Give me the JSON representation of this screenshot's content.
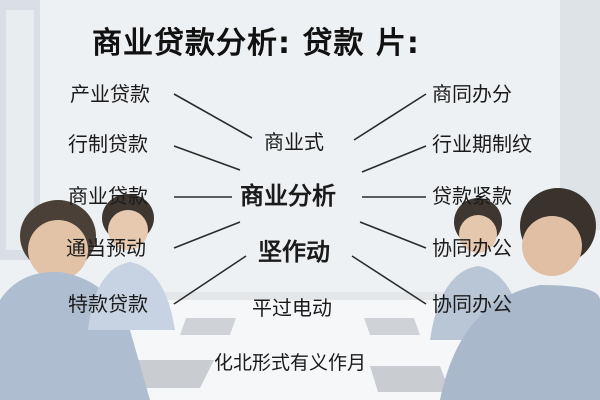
{
  "title": "商业贷款分析: 贷款  片:",
  "left_items": [
    "产业贷款",
    "行制贷款",
    "商业贷款",
    "通当预动",
    "特款贷款"
  ],
  "right_items": [
    "商同办分",
    "行业期制纹",
    "贷款紧款",
    "协同办公",
    "协同办公"
  ],
  "center_items": [
    "商业式",
    "商业分析",
    "坚作动",
    "平过电动"
  ],
  "bottom_text": "化北形式有义作月",
  "colors": {
    "text": "#1b1b1b",
    "line": "#2b2b2b"
  }
}
